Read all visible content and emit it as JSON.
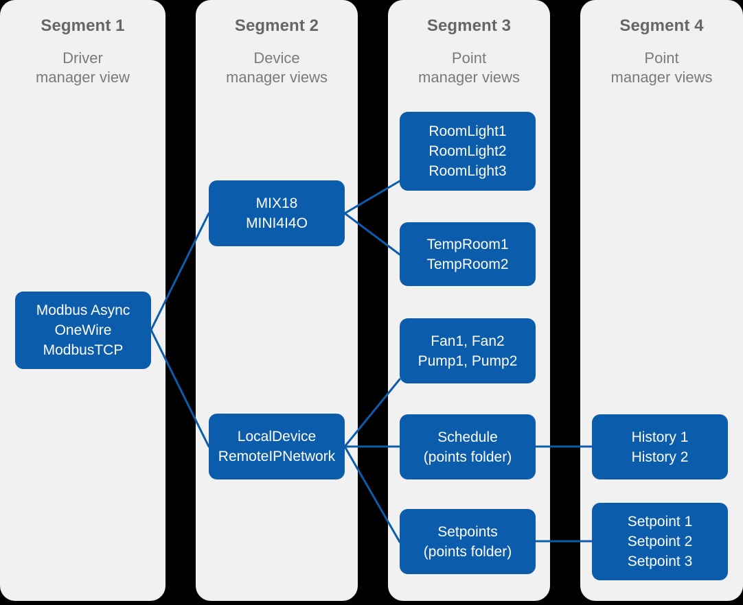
{
  "diagram": {
    "title": "Driver / Device / Point manager segment diagram",
    "background_color": "#000000",
    "panel_color": "#f1f1f1",
    "node_color": "#0b5cab",
    "connector_color": "#0b5cab",
    "node_text_color": "#ffffff"
  },
  "segments": [
    {
      "title": "Segment 1",
      "subtitle": "Driver\nmanager view"
    },
    {
      "title": "Segment 2",
      "subtitle": "Device\nmanager views"
    },
    {
      "title": "Segment 3",
      "subtitle": "Point\nmanager views"
    },
    {
      "title": "Segment 4",
      "subtitle": "Point\nmanager views"
    }
  ],
  "nodes": {
    "driver": {
      "label": "Modbus Async\nOneWire\nModbusTCP"
    },
    "mix18": {
      "label": "MIX18\nMINI4I4O"
    },
    "local": {
      "label": "LocalDevice\nRemoteIPNetwork"
    },
    "roomlight": {
      "label": "RoomLight1\nRoomLight2\nRoomLight3"
    },
    "temproom": {
      "label": "TempRoom1\nTempRoom2"
    },
    "fanpump": {
      "label": "Fan1, Fan2\nPump1, Pump2"
    },
    "schedule": {
      "label": "Schedule\n(points folder)"
    },
    "setpoints": {
      "label": "Setpoints\n(points folder)"
    },
    "history": {
      "label": "History 1\nHistory 2"
    },
    "setpoint": {
      "label": "Setpoint 1\nSetpoint 2\nSetpoint 3"
    }
  },
  "connections": [
    {
      "from": "driver",
      "to": "mix18"
    },
    {
      "from": "driver",
      "to": "local"
    },
    {
      "from": "mix18",
      "to": "roomlight"
    },
    {
      "from": "mix18",
      "to": "temproom"
    },
    {
      "from": "local",
      "to": "fanpump"
    },
    {
      "from": "local",
      "to": "schedule"
    },
    {
      "from": "local",
      "to": "setpoints"
    },
    {
      "from": "schedule",
      "to": "history"
    },
    {
      "from": "setpoints",
      "to": "setpoint"
    }
  ]
}
